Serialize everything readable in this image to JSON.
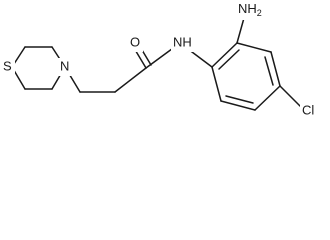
{
  "molecule": {
    "atoms": {
      "sulfur": "S",
      "ring_nitrogen": "N",
      "carbonyl_oxygen": "O",
      "amide_nitrogen": "NH",
      "amino_group": "NH",
      "amino_subscript": "2",
      "chlorine": "Cl"
    }
  }
}
